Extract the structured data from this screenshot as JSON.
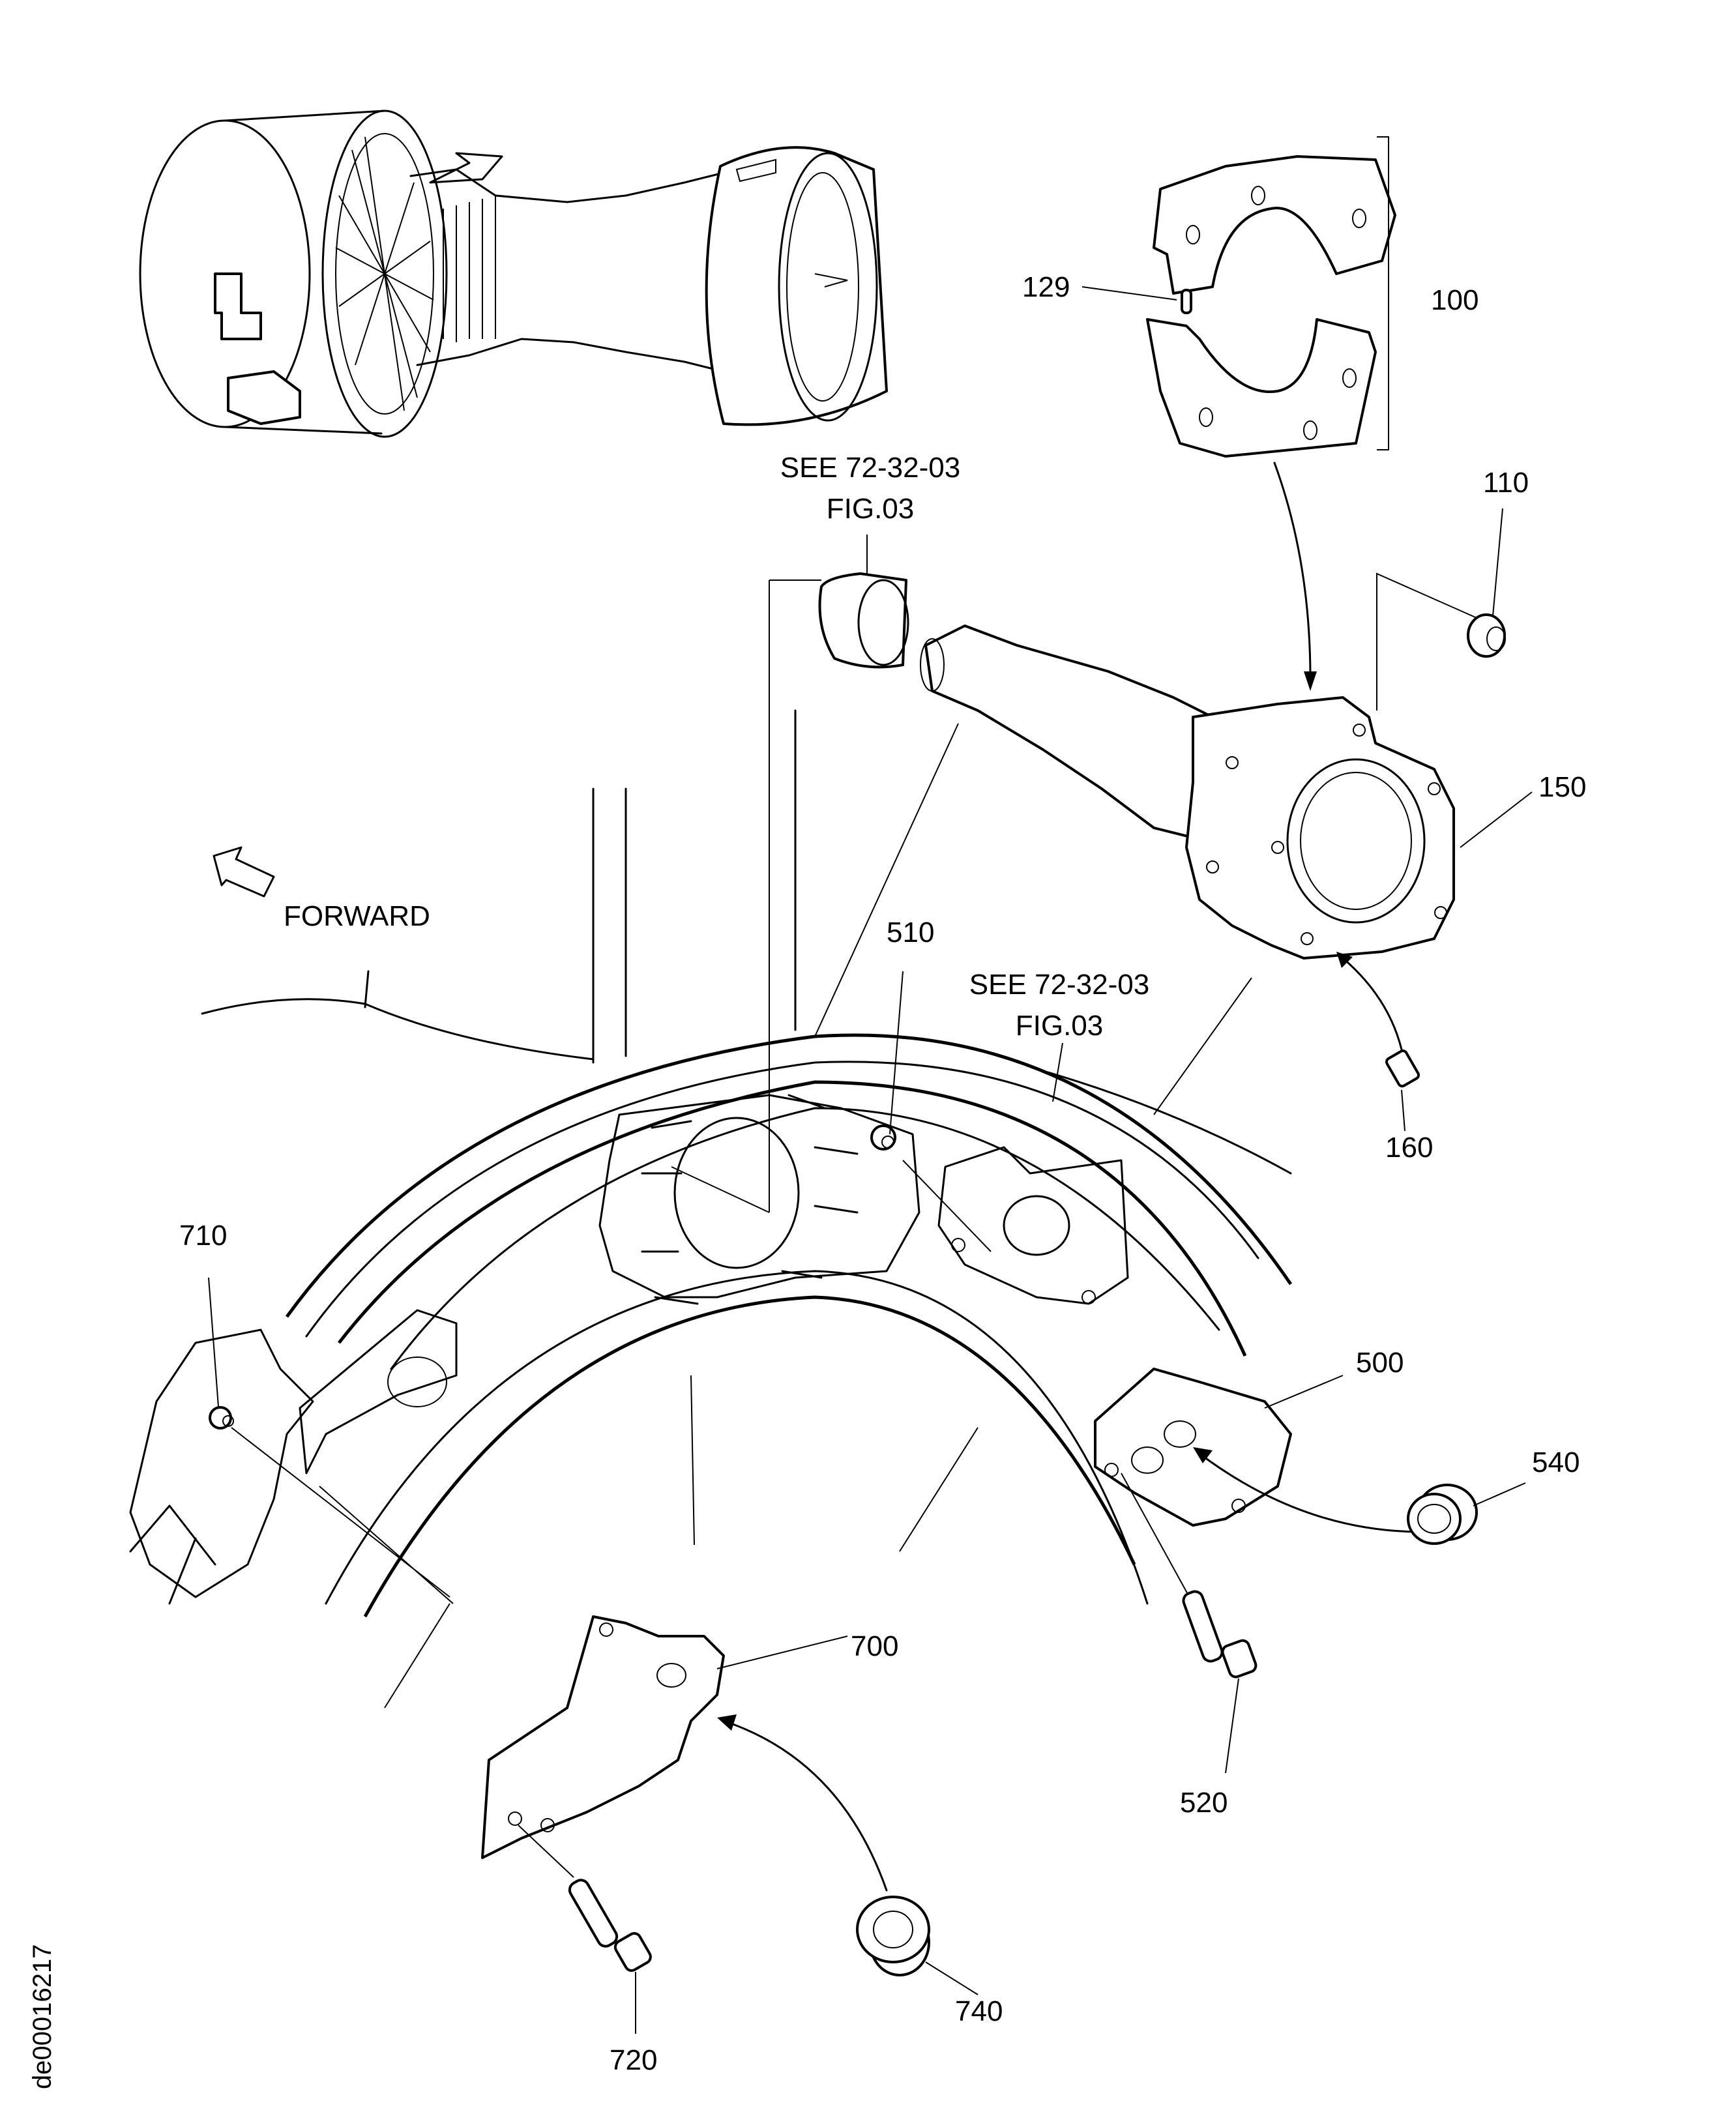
{
  "figure": {
    "figure_id": "de00016217",
    "direction_label": "FORWARD",
    "cross_references": [
      {
        "line1": "SEE  72-32-03",
        "line2": "FIG.03"
      },
      {
        "line1": "SEE  72-32-03",
        "line2": "FIG.03"
      }
    ],
    "callouts": {
      "c100": "100",
      "c110": "110",
      "c129": "129",
      "c150": "150",
      "c160": "160",
      "c500": "500",
      "c510": "510",
      "c520": "520",
      "c540": "540",
      "c700": "700",
      "c710": "710",
      "c720": "720",
      "c740": "740"
    }
  }
}
